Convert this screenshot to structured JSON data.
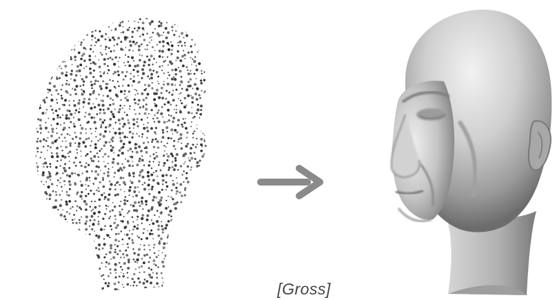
{
  "figure": {
    "caption": "[Gross]",
    "colors": {
      "point": "#2a2a2a",
      "arrow": "#8a8a8a",
      "mesh_light": "#e6e6e6",
      "mesh_mid": "#b6b6b6",
      "mesh_dark": "#6c6c6c",
      "caption": "#444444"
    },
    "left_panel": {
      "depicts": "point-cloud-head"
    },
    "right_panel": {
      "depicts": "surface-mesh-head"
    },
    "connector": {
      "icon": "arrow-right-icon"
    }
  }
}
